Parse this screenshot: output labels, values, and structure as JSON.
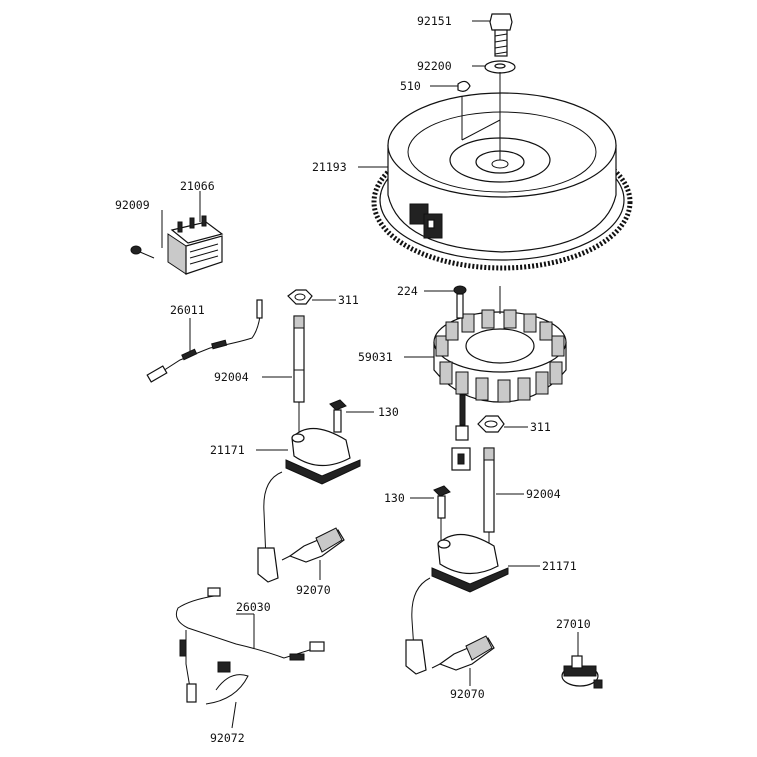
{
  "diagram": {
    "labels": {
      "p92151": "92151",
      "p92200": "92200",
      "p510": "510",
      "p21193": "21193",
      "p21066": "21066",
      "p92009": "92009",
      "p224": "224",
      "p311a": "311",
      "p26011": "26011",
      "p59031": "59031",
      "p92004a": "92004",
      "p130a": "130",
      "p311b": "311",
      "p21171a": "21171",
      "p130b": "130",
      "p92004b": "92004",
      "p21171b": "21171",
      "p92070a": "92070",
      "p26030": "26030",
      "p27010": "27010",
      "p92070b": "92070",
      "p92072": "92072"
    }
  }
}
